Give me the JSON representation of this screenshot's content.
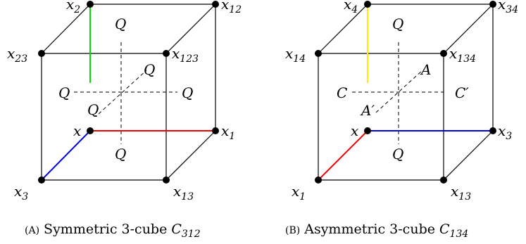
{
  "colors": {
    "green": "#00dd00",
    "red": "#ee0000",
    "blue": "#0000dd",
    "yellow": "#ffee00",
    "black": "#000000"
  },
  "cubeA": {
    "caption_tag": "(A)",
    "caption_text": "Symmetric 3-cube",
    "caption_sym": "C",
    "caption_sub": "312",
    "vertices": {
      "top_back_left": {
        "base": "x",
        "sub": "2"
      },
      "top_back_right": {
        "base": "x",
        "sub": "12"
      },
      "top_front_left": {
        "base": "x",
        "sub": "23"
      },
      "top_front_right": {
        "base": "x",
        "sub": "123"
      },
      "center": {
        "base": "x",
        "sub": ""
      },
      "right": {
        "base": "x",
        "sub": "1"
      },
      "bottom_left": {
        "base": "x",
        "sub": "3"
      },
      "bottom_right": {
        "base": "x",
        "sub": "13"
      }
    },
    "face_labels": {
      "top": "Q",
      "left": "Q",
      "right": "Q",
      "front": "Q",
      "back": "Q",
      "bottom": "Q"
    },
    "back_prime": ""
  },
  "cubeB": {
    "caption_tag": "(B)",
    "caption_text": "Asymmetric 3-cube",
    "caption_sym": "C",
    "caption_sub": "134",
    "vertices": {
      "top_back_left": {
        "base": "x",
        "sub": "4"
      },
      "top_back_right": {
        "base": "x",
        "sub": "34"
      },
      "top_front_left": {
        "base": "x",
        "sub": "14"
      },
      "top_front_right": {
        "base": "x",
        "sub": "134"
      },
      "center": {
        "base": "x",
        "sub": ""
      },
      "right": {
        "base": "x",
        "sub": "3"
      },
      "bottom_left": {
        "base": "x",
        "sub": "1"
      },
      "bottom_right": {
        "base": "x",
        "sub": "13"
      }
    },
    "face_labels": {
      "top": "Q",
      "left": "C",
      "right": "C′",
      "front": "A",
      "back": "A′",
      "bottom": "Q"
    }
  }
}
